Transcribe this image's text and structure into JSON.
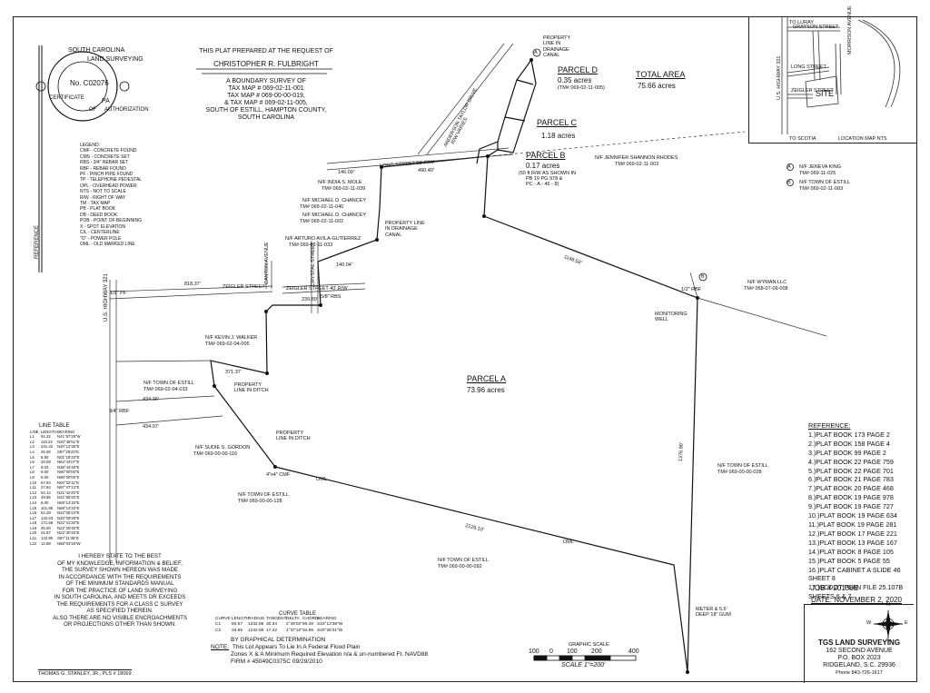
{
  "title_block": {
    "prepared_line": "THIS PLAT PREPARED AT THE REQUEST OF",
    "client": "CHRISTOPHER R. FULBRIGHT",
    "survey_lines": [
      "A BOUNDARY SURVEY OF",
      "TAX MAP # 069-02-11-001",
      "TAX MAP # 069-00-00-019,",
      "& TAX MAP # 069-02-11-005,",
      "SOUTH OF ESTILL, HAMPTON COUNTY,",
      "SOUTH CAROLINA"
    ]
  },
  "seal": {
    "arc_top": "SOUTH CAROLINA",
    "arc_top2": "LAND SURVEYING",
    "cert_no": "No. C02076",
    "arc_left": "CERTIFICATE",
    "arc_right": "AUTHORIZATION",
    "pa": "PA",
    "of": "OF"
  },
  "reference_side": "REFERENCE",
  "legend": {
    "title": "LEGEND:",
    "items": [
      "CMF - CONCRETE FOUND",
      "CMS - CONCRETE SET",
      "RBS - 3/4\" REBAR SET",
      "RBF - REBAR FOUND",
      "PF - PINCH PIPE FOUND",
      "TP - TELEPHONE PEDESTAL",
      "OPL - OVERHEAD POWER",
      "NTS - NOT TO SCALE",
      "R/W - RIGHT OF WAY",
      "TM - TAX MAP",
      "PB - PLAT BOOK",
      "DB - DEED BOOK",
      "POB - POINT OF BEGINNING",
      "X - SPOT ELEVATION",
      "C/L - CENTERLINE",
      "\"O\" - POWER POLE",
      "OML - OLD MARKED LINE"
    ]
  },
  "parcels": {
    "d_name": "PARCEL D",
    "d_area": "0.35 acres",
    "d_tm": "(TM# 069-02-11-005)",
    "c_name": "PARCEL C",
    "c_area": "1.18 acres",
    "b_name": "PARCEL B",
    "b_area": "0.17 acres",
    "b_note1": "(50 ft R/W AS SHOWN IN",
    "b_note2": "PB 19 PG 978 &",
    "b_note3": "PC - A - 46 - 8)",
    "a_name": "PARCEL A",
    "a_area": "73.96 acres",
    "total_label": "TOTAL AREA",
    "total_area": "75.66 acres"
  },
  "owners": {
    "rhodes": "N/F JENNIFER SHANNON RHODES",
    "rhodes_tm": "TM# 069-02-11-003",
    "mole": "N/F INDIA S. MOLE",
    "mole_tm": "TM# 069-02-11-039",
    "chancey1": "N/F MICHAEL D. CHANCEY",
    "chancey1_tm": "TM# 069-02-11-040",
    "chancey2": "N/F MICHAEL D. CHANCEY",
    "chancey2_tm": "TM# 069-02-11-002",
    "avila": "N/F ARTURO AVILA-GUTIERREZ",
    "avila_tm": "TM# 069-02-11-033",
    "walker": "N/F KEVIN J. WALKER",
    "walker_tm": "TM# 069-02-04-005",
    "estill1": "N/F TOWN OF ESTILL",
    "estill1_tm": "TM# 069-02-04-033",
    "gordon": "N/F SUDIE S. GORDON",
    "gordon_tm": "TM# 069-00-00-116",
    "estill2": "N/F TOWN OF ESTILL",
    "estill2_tm": "TM# 069-00-00-128",
    "estill3": "N/F TOWN OF ESTILL",
    "estill3_tm": "TM# 069-00-00-092",
    "estill4": "N/F TOWN OF ESTILL",
    "estill4_tm": "TM# 069-00-00-028",
    "wyman": "N/F WYMAN LLC",
    "wyman_tm": "TM# 068-07-09-008"
  },
  "keys": {
    "a_label": "N/F JENEVA KING",
    "a_tm": "TM# 069-11-025",
    "b_label": "N/F TOWN OF ESTILL",
    "b_tm": "TM# 069-02-11-003",
    "a_letter": "A",
    "b_letter": "B"
  },
  "streets": {
    "long": "LONG STREET 50' R/W",
    "zeigler": "ZEIGLER STREET",
    "zeigler_rw": "ZEIGLER STREET 40' R/W",
    "highway": "U.S. HIGHWAY 321",
    "anderson": "ANDERSON TAYLOR DRIVE",
    "anderson_rw": "R/W VARIES",
    "mcgee": "CANTON AVENUE",
    "crystal": "CRYSTAL STREET"
  },
  "annotations": {
    "prop_line_canal1": "PROPERTY LINE IN DRAINAGE CANAL",
    "prop_line_canal2": "PROPERTY LINE IN DRAINAGE CANAL",
    "prop_line_ditch1": "PROPERTY LINE IN DITCH",
    "prop_line_ditch2": "PROPERTY LINE IN DITCH",
    "monitoring_well": "MONITORING WELL",
    "meter": "METER & 5.5' DEEP 18\" GUM",
    "oml": "OML",
    "dist_main": "1148.58'",
    "dist_south": "2129.10'",
    "dist_east": "1376.90'",
    "dist_zeig": "818.37'",
    "dist_walker": "371.37'",
    "dist_estill1": "434.16'",
    "dist_estill1b": "434.07'",
    "dist_long": "490.40'",
    "dist_long2": "146.09'",
    "dist_zeig2": "239.89'",
    "dist_avila": "140.04'",
    "pins": [
      "4\"x4\" CMF",
      "1/2\" RBF",
      "5/8\" RBS",
      "3/4\" RBF",
      "1/2\" PF"
    ]
  },
  "line_table": {
    "title": "LINE TABLE",
    "header": [
      "LINE",
      "LENGTH",
      "BEARING"
    ],
    "rows": [
      [
        "L1",
        "91.32",
        "N41°57'29\"W"
      ],
      [
        "L2",
        "116.23",
        "N20°48'51\"E"
      ],
      [
        "L3",
        "241.42",
        "N20°12'35\"E"
      ],
      [
        "L4",
        "25.00",
        "S87°29'23\"E"
      ],
      [
        "L5",
        "8.80",
        "N01°18'33\"E"
      ],
      [
        "L6",
        "33.08",
        "N84°44'07\"E"
      ],
      [
        "L7",
        "9.03",
        "N38°44'45\"E"
      ],
      [
        "L8",
        "9.00",
        "N90°00'00\"E"
      ],
      [
        "L9",
        "9.00",
        "N90°00'00\"E"
      ],
      [
        "L10",
        "67.83",
        "N00°32'11\"E"
      ],
      [
        "L11",
        "27.84",
        "N87°47'13\"E"
      ],
      [
        "L12",
        "54.14",
        "N21°42'20\"E"
      ],
      [
        "L13",
        "49.85",
        "N21°55'20\"E"
      ],
      [
        "L14",
        "8.00",
        "N68°14'33\"E"
      ],
      [
        "L15",
        "101.89",
        "N69°14'33\"E"
      ],
      [
        "L16",
        "54.28",
        "N22°05'24\"E"
      ],
      [
        "L17",
        "142.53",
        "N20°09'28\"E"
      ],
      [
        "L18",
        "171.68",
        "N22°41'30\"E"
      ],
      [
        "L19",
        "25.00",
        "N22°20'45\"E"
      ],
      [
        "L20",
        "31.87",
        "N22°30'45\"E"
      ],
      [
        "L21",
        "132.80",
        "S87°11'36\"E"
      ],
      [
        "L22",
        "12.88",
        "N58°04'46\"W"
      ]
    ]
  },
  "certification": [
    "I HEREBY STATE TO THE BEST",
    "OF MY KNOWLEDGE, INFORMATION & BELIEF,",
    "THE SURVEY SHOWN HEREON WAS MADE",
    "IN ACCORDANCE WITH THE REQUIREMENTS",
    "OF THE MINIMUM STANDARDS MANUAL",
    "FOR THE PRACTICE OF LAND SURVEYING",
    "IN SOUTH CAROLINA, AND MEETS OR EXCEEDS",
    "THE REQUIREMENTS FOR A CLASS C SURVEY",
    "AS SPECIFIED THEREIN.",
    "ALSO THERE ARE NO VISIBLE ENCROACHMENTS",
    "OR PROJECTIONS OTHER THAN SHOWN."
  ],
  "surveyor_sig": "THOMAS G. STANLEY, JR., PLS # 18069",
  "curve_table": {
    "title": "CURVE TABLE",
    "header": [
      "CURVE",
      "LENGTH",
      "RADIUS",
      "TANGENT",
      "DELTA",
      "CHORD",
      "BEARING"
    ],
    "rows": [
      [
        "C1",
        "80.67",
        "1232.86",
        "30.34",
        "2°48'02\"",
        "80.48",
        "S23°13'38\"W"
      ],
      [
        "C2",
        "34.85",
        "1232.86",
        "17.42",
        "1°37'10\"",
        "34.85",
        "S20°26'31\"W"
      ]
    ]
  },
  "flood": {
    "by": "BY GRAPHICAL DETERMINATION",
    "note_label": "NOTE:",
    "line1": "This Lot Appears To Lie In A Federal Flood Plain",
    "line2": "Zones X & A Minimum Required Elevation n/a & un-numbered Ft. NAVD88",
    "line3": "FIRM # 45049C0375C 09/29/2010"
  },
  "scale": {
    "title": "GRAPHIC SCALE",
    "ticks": [
      "100",
      "0",
      "100",
      "200",
      "400"
    ],
    "text": "SCALE 1\"=200'"
  },
  "references": {
    "title": "REFERENCE:",
    "items": [
      "1.)PLAT BOOK 173 PAGE 2",
      "2.)PLAT BOOK 158 PAGE 4",
      "3.)PLAT BOOK 99 PAGE 2",
      "4.)PLAT BOOK 22 PAGE 759",
      "5.)PLAT BOOK 22 PAGE 701",
      "6.)PLAT BOOK 21 PAGE 783",
      "7.)PLAT BOOK 20 PAGE 468",
      "8.)PLAT BOOK 19 PAGE 978",
      "9.)PLAT BOOK 19 PAGE 727",
      "10.)PLAT BOOK 19 PAGE 634",
      "11.)PLAT BOOK 19 PAGE 281",
      "12.)PLAT BOOK 17 PAGE 221",
      "13.)PLAT BOOK 13 PAGE 167",
      "14.)PLAT BOOK 8 PAGE 105",
      "15.)PLAT BOOK 5 PAGE 55",
      "16.)PLAT CABINET A SLIDE 46",
      "SHEET 8",
      "17.)SCDOT PLAN FILE 25.107B",
      "SHEETS 6 & 7"
    ]
  },
  "job": {
    "label": "JOB # 20138B",
    "date": "DATE: NOVEMBER 2, 2020"
  },
  "company": {
    "name": "TGS LAND SURVEYING",
    "addr1": "162 SECOND AVENUE",
    "addr2": "P.O. BOX 2023",
    "addr3": "RIDGELAND, S.C. 29936",
    "phone": "Phone 843-726-1617",
    "compass": [
      "N",
      "S",
      "E",
      "W"
    ]
  },
  "vicinity": {
    "to_luray": "TO LURAY",
    "grayson": "GRAYSON STREET",
    "morrison": "MORRISON AVENUE",
    "long": "LONG STREET",
    "zeigler": "ZEIGLER STREET",
    "highway": "U.S. HIGHWAY 321",
    "site": "SITE",
    "to_scotia": "TO SCOTIA",
    "loc_map": "LOCATION MAP NTS"
  }
}
